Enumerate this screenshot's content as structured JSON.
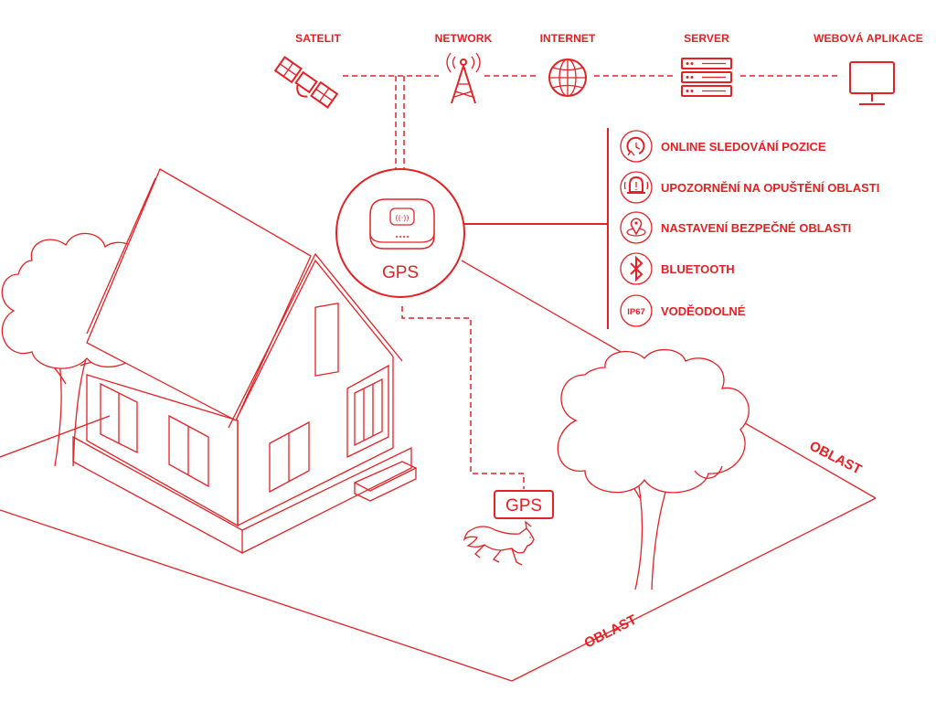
{
  "nodes": [
    {
      "label": "SATELIT",
      "icon": "satellite-icon"
    },
    {
      "label": "NETWORK",
      "icon": "cell-tower-icon"
    },
    {
      "label": "INTERNET",
      "icon": "globe-icon"
    },
    {
      "label": "SERVER",
      "icon": "server-icon"
    },
    {
      "label": "WEBOVÁ APLIKACE",
      "icon": "monitor-icon"
    }
  ],
  "hub": {
    "label": "GPS",
    "icon": "gps-tracker-icon"
  },
  "features": [
    {
      "label": "ONLINE SLEDOVÁNÍ POZICE",
      "icon": "clock-location-icon"
    },
    {
      "label": "UPOZORNĚNÍ NA OPUŠTĚNÍ OBLASTI",
      "icon": "alarm-bell-icon"
    },
    {
      "label": "NASTAVENÍ BEZPEČNÉ OBLASTI",
      "icon": "safe-zone-pin-icon"
    },
    {
      "label": "BLUETOOTH",
      "icon": "bluetooth-icon"
    },
    {
      "label": "VODĚODOLNÉ",
      "icon": "ip67-icon",
      "badge": "IP67"
    }
  ],
  "pet_tag": {
    "label": "GPS"
  },
  "area_labels": [
    "OBLAST",
    "OBLAST"
  ],
  "colors": {
    "accent": "#e42125",
    "background": "#ffffff"
  }
}
